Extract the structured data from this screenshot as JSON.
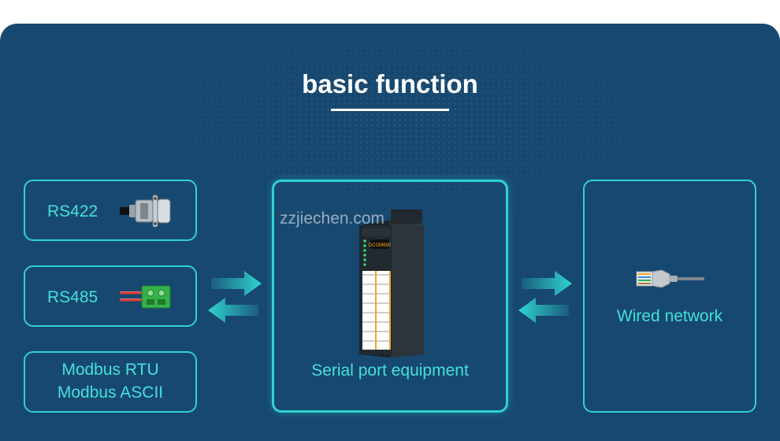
{
  "title": "basic function",
  "left_items": [
    {
      "label": "RS422",
      "icon": "db9-connector-icon"
    },
    {
      "label": "RS485",
      "icon": "terminal-block-icon"
    },
    {
      "label_line1": "Modbus RTU",
      "label_line2": "Modbus ASCII"
    }
  ],
  "center": {
    "label": "Serial port equipment",
    "watermark": "zzjiechen.com",
    "device_badge": "DCOM880"
  },
  "right": {
    "label": "Wired network",
    "icon": "rj45-cable-icon"
  },
  "colors": {
    "background": "#174870",
    "accent": "#2fd3cf",
    "text_accent": "#43e0dc",
    "title": "#ffffff"
  }
}
